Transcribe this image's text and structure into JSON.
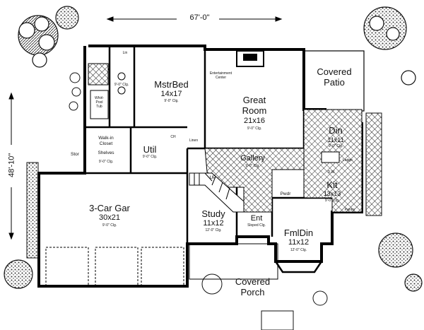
{
  "dimensions": {
    "width": "67'-0\"",
    "depth": "48'-10\""
  },
  "rooms": {
    "mstrbed": {
      "name": "MstrBed",
      "size": "14x17",
      "ceiling": "9'-0\" Clg."
    },
    "great_room": {
      "name_line1": "Great",
      "name_line2": "Room",
      "size": "21x16",
      "ceiling": "9'-0\" Clg."
    },
    "covered_patio": {
      "line1": "Covered",
      "line2": "Patio"
    },
    "din": {
      "name": "Din",
      "size": "11x11",
      "ceiling": "9'-0\" Clg."
    },
    "kit": {
      "name": "Kit",
      "size": "13x13",
      "ceiling": "9'-0\" Clg."
    },
    "gallery": {
      "name": "Gallery",
      "ceiling": "9'-0\" Clg."
    },
    "util": {
      "name": "Util",
      "ceiling": "9'-0\" Clg."
    },
    "garage": {
      "name": "3-Car Gar",
      "size": "30x21",
      "ceiling": "9'-0\" Clg."
    },
    "study": {
      "name": "Study",
      "size": "11x12",
      "ceiling": "12'-0\" Clg."
    },
    "ent": {
      "name": "Ent",
      "note": "Sloped Clg."
    },
    "fmldin": {
      "name": "FmlDin",
      "size": "11x12",
      "ceiling": "12'-0\" Clg."
    },
    "covered_porch": {
      "line1": "Covered",
      "line2": "Porch"
    },
    "walkin": {
      "line1": "Walk-in",
      "line2": "Closet",
      "ceiling": "9'-0\" Clg."
    },
    "shelves": "Shelves",
    "stor": "Stor",
    "whirlpool": {
      "line1": "Whirl-",
      "line2": "Pool",
      "line3": "Tub"
    },
    "linen": "Linen",
    "lin": "Lin",
    "entertainment": {
      "line1": "Entertainment",
      "line2": "Center"
    },
    "pwdr": "Pwdr",
    "up": "UP",
    "dw": "D.W.",
    "ledge": "Ledge",
    "pantry": "Pantry",
    "bath_clg": "9'-0\" Clg.",
    "ch": "CH"
  }
}
